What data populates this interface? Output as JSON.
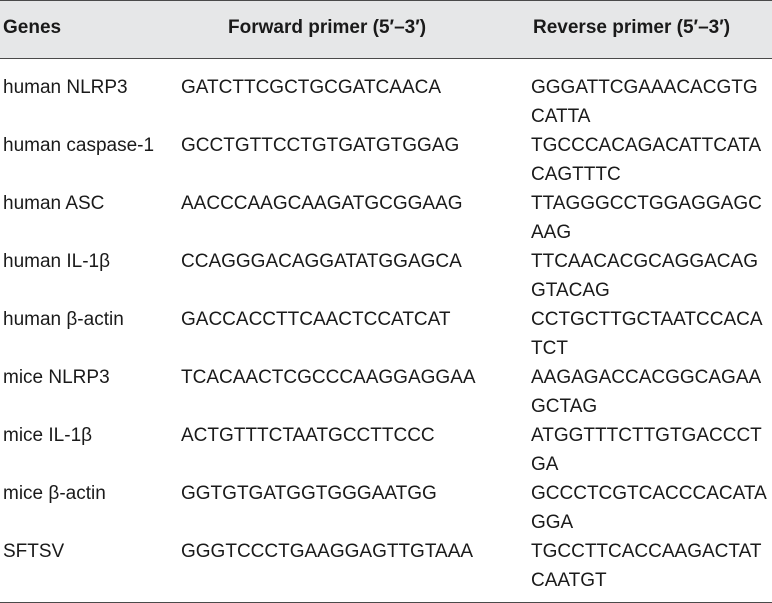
{
  "table": {
    "headers": [
      "Genes",
      "Forward primer (5′–3′)",
      "Reverse primer (5′–3′)"
    ],
    "rows": [
      {
        "gene": "human NLRP3",
        "forward": "GATCTTCGCTGCGATCAACA",
        "reverse": "GGGATTCGAAACACGTGCATTA"
      },
      {
        "gene": "human caspase-1",
        "forward": "GCCTGTTCCTGTGATGTGGAG",
        "reverse": "TGCCCACAGACATTCATACAGTTTC"
      },
      {
        "gene": "human ASC",
        "forward": "AACCCAAGCAAGATGCGGAAG",
        "reverse": "TTAGGGCCTGGAGGAGCAAG"
      },
      {
        "gene": "human IL-1β",
        "forward": "CCAGGGACAGGATATGGAGCA",
        "reverse": "TTCAACACGCAGGACAGGTACAG"
      },
      {
        "gene": "human β-actin",
        "forward": "GACCACCTTCAACTCCATCAT",
        "reverse": "CCTGCTTGCTAATCCACATCT"
      },
      {
        "gene": "mice NLRP3",
        "forward": "TCACAACTCGCCCAAGGAGGAA",
        "reverse": "AAGAGACCACGGCAGAAGCTAG"
      },
      {
        "gene": "mice IL-1β",
        "forward": "ACTGTTTCTAATGCCTTCCC",
        "reverse": "ATGGTTTCTTGTGACCCTGA"
      },
      {
        "gene": "mice β-actin",
        "forward": "GGTGTGATGGTGGGAATGG",
        "reverse": "GCCCTCGTCACCCACATAGGA"
      },
      {
        "gene": "SFTSV",
        "forward": "GGGTCCCTGAAGGAGTTGTAAA",
        "reverse": "TGCCTTCACCAAGACTATCAATGT"
      }
    ]
  }
}
